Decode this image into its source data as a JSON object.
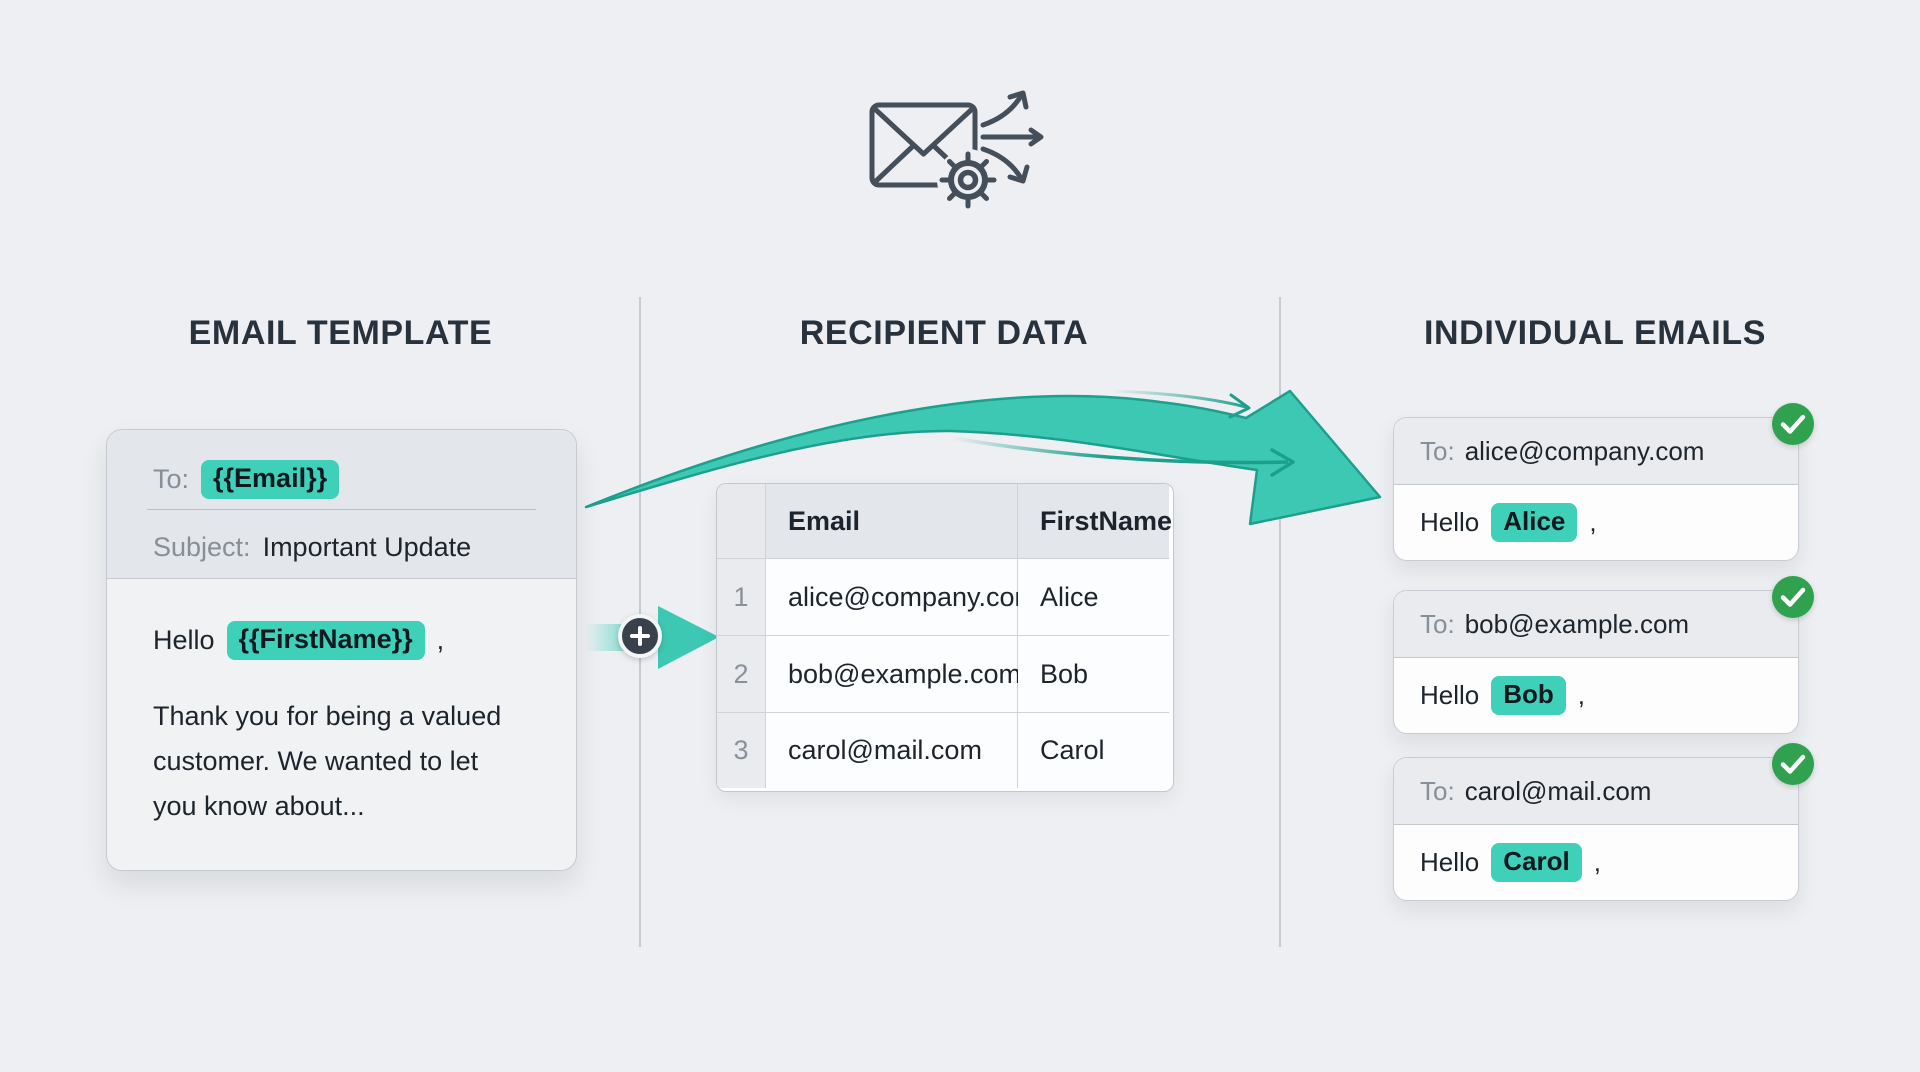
{
  "meta": {
    "background_color": "#edeff2",
    "accent_teal": "#3ed0b8",
    "accent_teal_dark": "#1d9f8d",
    "success_green": "#2fa14f",
    "ink_color": "#28323d"
  },
  "icons": {
    "header": "mail-merge-icon",
    "merge": "plus-icon",
    "flow": "merge-flow-arrow",
    "sent": "check-icon"
  },
  "template_section": {
    "title": "EMAIL TEMPLATE",
    "card": {
      "to_label": "To:",
      "to_variable": "{{Email}}",
      "subject_label": "Subject:",
      "subject_value": "Important Update",
      "greeting_prefix": "Hello",
      "greeting_variable": "{{FirstName}}",
      "greeting_punctuation": ",",
      "body_text": "Thank you for being a valued customer. We wanted to let you know about..."
    }
  },
  "data_section": {
    "title": "RECIPIENT DATA",
    "table": {
      "headers": {
        "email": "Email",
        "first_name": "FirstName"
      },
      "rows": [
        {
          "num": "1",
          "email": "alice@company.com",
          "first_name": "Alice"
        },
        {
          "num": "2",
          "email": "bob@example.com",
          "first_name": "Bob"
        },
        {
          "num": "3",
          "email": "carol@mail.com",
          "first_name": "Carol"
        }
      ]
    }
  },
  "output_section": {
    "title": "INDIVIDUAL EMAILS",
    "emails": [
      {
        "to_label": "To:",
        "to_address": "alice@company.com",
        "greeting_prefix": "Hello",
        "first_name": "Alice",
        "greeting_punctuation": ","
      },
      {
        "to_label": "To:",
        "to_address": "bob@example.com",
        "greeting_prefix": "Hello",
        "first_name": "Bob",
        "greeting_punctuation": ","
      },
      {
        "to_label": "To:",
        "to_address": "carol@mail.com",
        "greeting_prefix": "Hello",
        "first_name": "Carol",
        "greeting_punctuation": ","
      }
    ]
  }
}
